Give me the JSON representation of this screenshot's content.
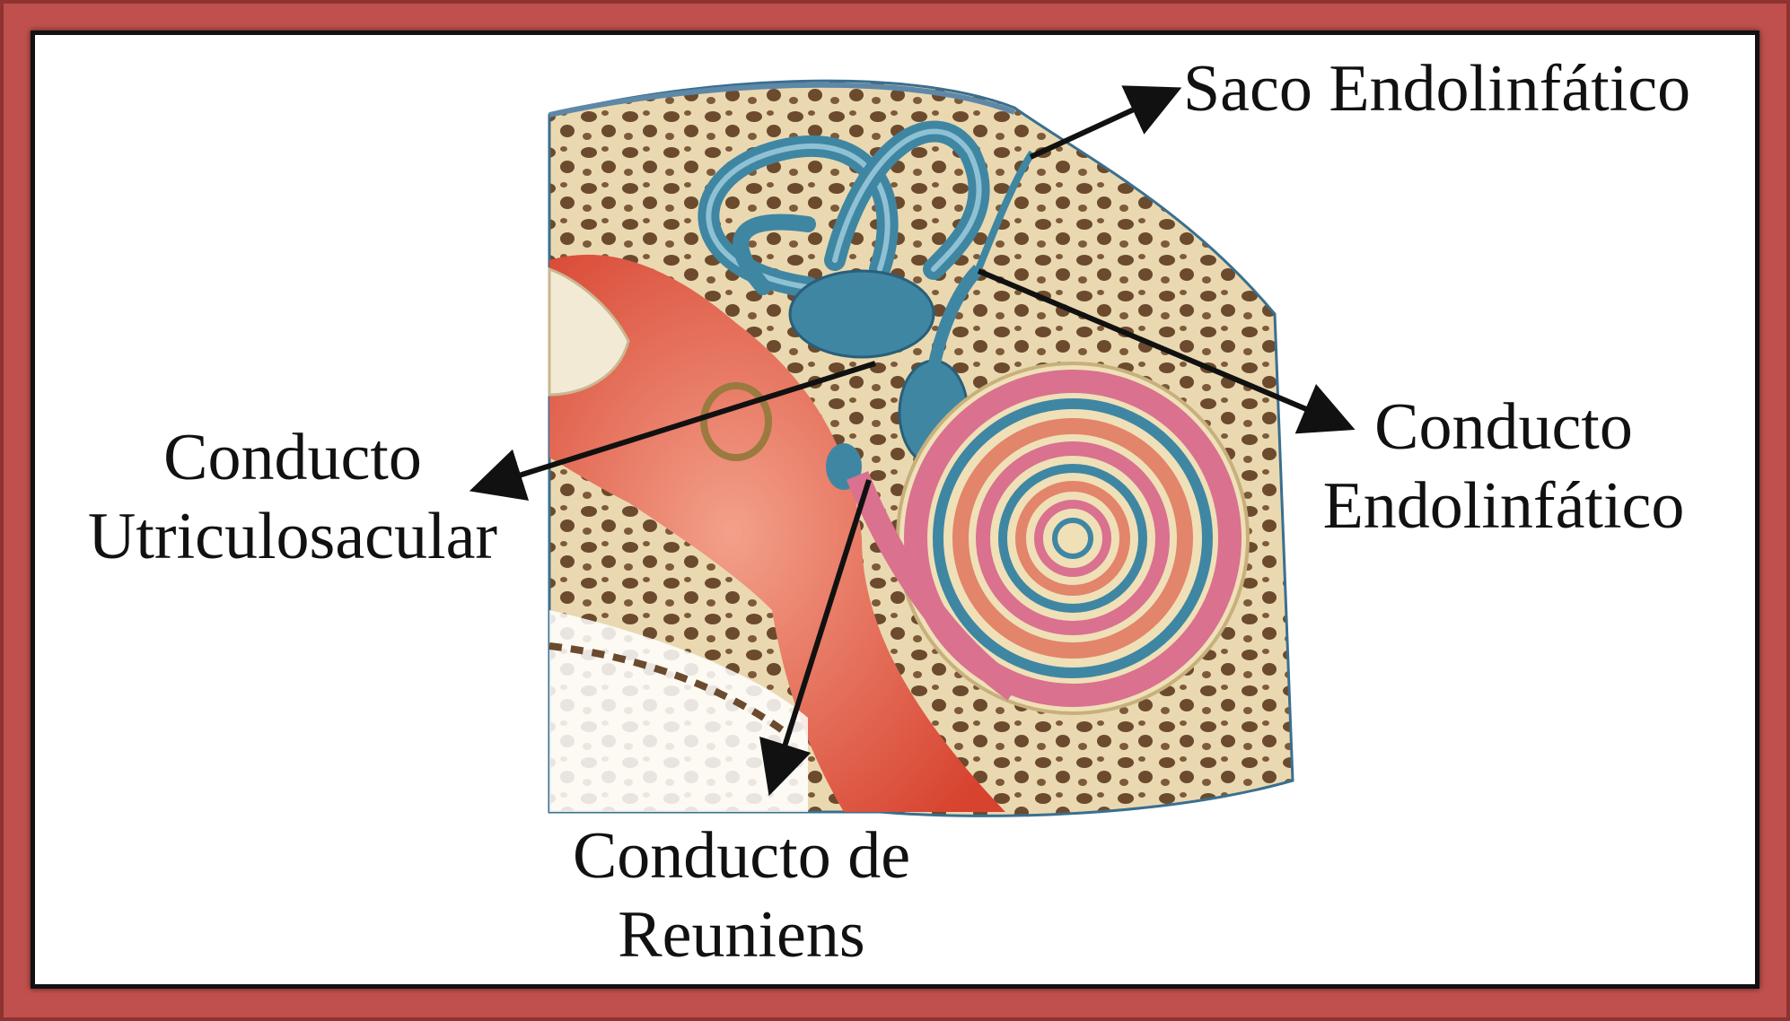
{
  "labels": {
    "saco_endolinfatico": "Saco Endolinfático",
    "conducto_endolinfatico": [
      "Conducto",
      "Endolinfático"
    ],
    "conducto_utriculosacular": [
      "Conducto",
      "Utriculosacular"
    ],
    "conducto_de_reuniens": [
      "Conducto de",
      "Reuniens"
    ]
  },
  "colors": {
    "frame": "#c0504d",
    "bone": "#ead9b0",
    "bone_pores": "#6b4a2e",
    "endolymph_duct": "#3f86a3",
    "tissue": "#e0604a",
    "cochlea_pink": "#d9718f"
  }
}
